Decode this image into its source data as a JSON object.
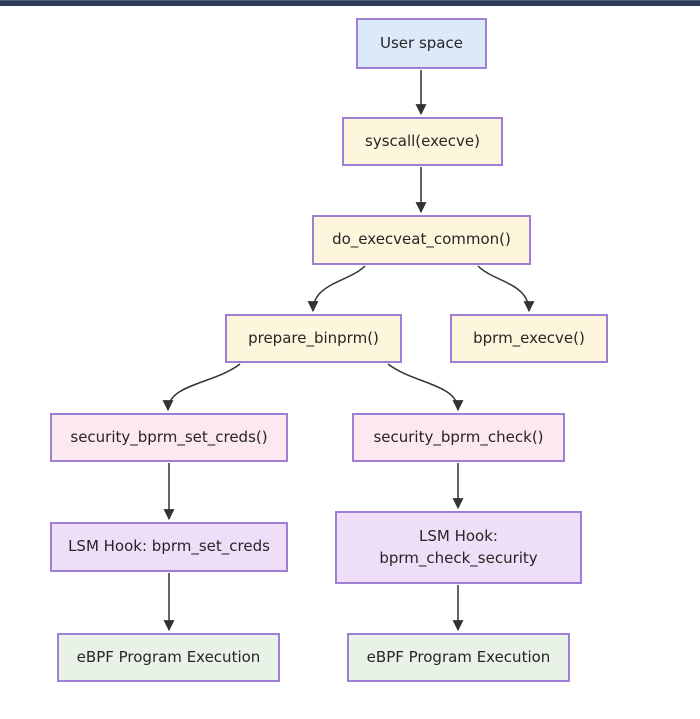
{
  "page": {
    "topbar_color": "#2e3a55",
    "background_color": "#ffffff"
  },
  "diagram": {
    "type": "flowchart",
    "colors": {
      "node_border": "#9f7ed6",
      "edge": "#333333",
      "text": "#262626",
      "userspace_fill": "#dbe9fb",
      "function_fill": "#fdf5dc",
      "security_fill": "#fce8f0",
      "lsm_hook_fill": "#efdef8",
      "ebpf_fill": "#e8f2e7"
    },
    "nodes": {
      "user_space": {
        "label": "User space"
      },
      "syscall": {
        "label": "syscall(execve)"
      },
      "do_execveat_common": {
        "label": "do_execveat_common()"
      },
      "prepare_binprm": {
        "label": "prepare_binprm()"
      },
      "bprm_execve": {
        "label": "bprm_execve()"
      },
      "security_bprm_set_creds": {
        "label": "security_bprm_set_creds()"
      },
      "security_bprm_check": {
        "label": "security_bprm_check()"
      },
      "lsm_hook_set_creds": {
        "label": "LSM Hook: bprm_set_creds"
      },
      "lsm_hook_check_security": {
        "line1": "LSM Hook:",
        "line2": "bprm_check_security"
      },
      "ebpf_execution_left": {
        "label": "eBPF Program Execution"
      },
      "ebpf_execution_right": {
        "label": "eBPF Program Execution"
      }
    },
    "edges": [
      {
        "from": "user_space",
        "to": "syscall"
      },
      {
        "from": "syscall",
        "to": "do_execveat_common"
      },
      {
        "from": "do_execveat_common",
        "to": "prepare_binprm"
      },
      {
        "from": "do_execveat_common",
        "to": "bprm_execve"
      },
      {
        "from": "prepare_binprm",
        "to": "security_bprm_set_creds"
      },
      {
        "from": "prepare_binprm",
        "to": "security_bprm_check"
      },
      {
        "from": "security_bprm_set_creds",
        "to": "lsm_hook_set_creds"
      },
      {
        "from": "security_bprm_check",
        "to": "lsm_hook_check_security"
      },
      {
        "from": "lsm_hook_set_creds",
        "to": "ebpf_execution_left"
      },
      {
        "from": "lsm_hook_check_security",
        "to": "ebpf_execution_right"
      }
    ]
  }
}
